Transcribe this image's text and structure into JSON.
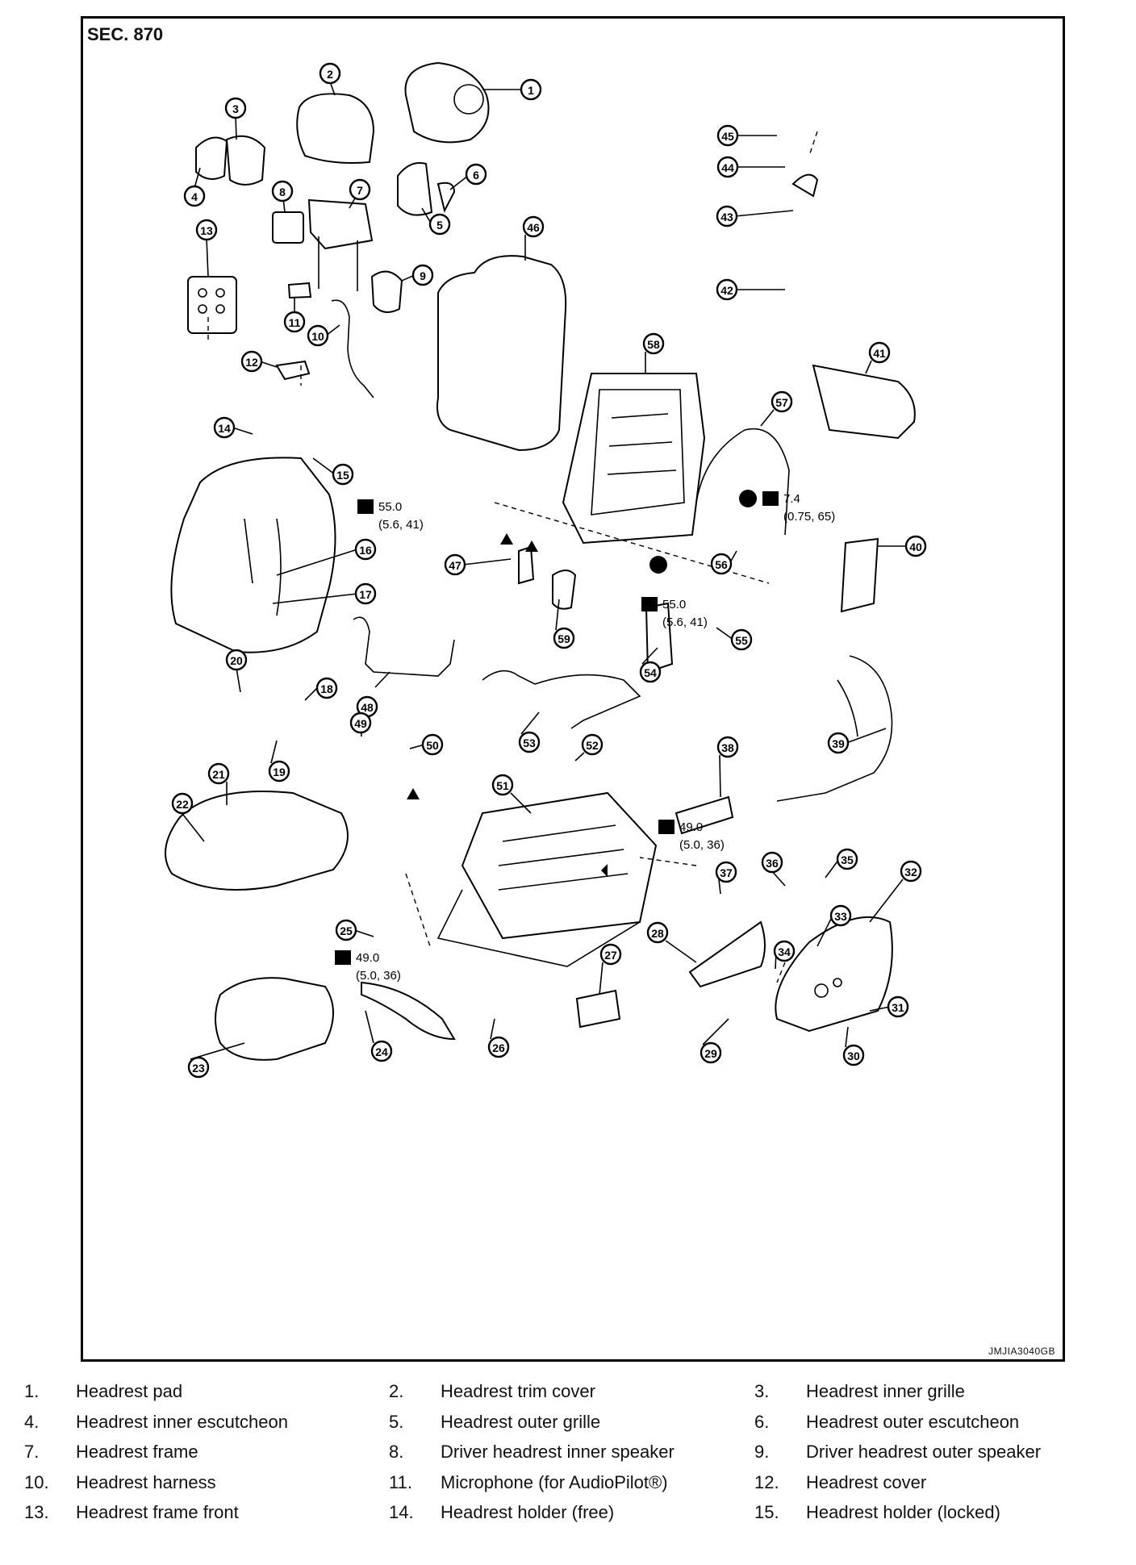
{
  "diagram": {
    "section_title": "SEC. 870",
    "figure_code": "JMJIA3040GB",
    "torque_specs": [
      {
        "value": "55.0",
        "sub": "(5.6, 41)"
      },
      {
        "value": "55.0",
        "sub": "(5.6, 41)"
      },
      {
        "value": "7.4",
        "sub": "(0.75, 65)"
      },
      {
        "value": "49.0",
        "sub": "(5.0, 36)"
      },
      {
        "value": "49.0",
        "sub": "(5.0, 36)"
      }
    ],
    "callouts": [
      "1",
      "2",
      "3",
      "4",
      "5",
      "6",
      "7",
      "8",
      "9",
      "10",
      "11",
      "12",
      "13",
      "14",
      "15",
      "16",
      "17",
      "18",
      "19",
      "20",
      "21",
      "22",
      "23",
      "24",
      "25",
      "26",
      "27",
      "28",
      "29",
      "30",
      "31",
      "32",
      "33",
      "34",
      "35",
      "36",
      "37",
      "38",
      "39",
      "40",
      "41",
      "42",
      "43",
      "44",
      "45",
      "46",
      "47",
      "48",
      "49",
      "50",
      "51",
      "52",
      "53",
      "54",
      "55",
      "56",
      "57",
      "58",
      "59"
    ]
  },
  "legend": [
    [
      {
        "num": "1.",
        "label": "Headrest pad"
      },
      {
        "num": "2.",
        "label": "Headrest trim cover"
      },
      {
        "num": "3.",
        "label": "Headrest inner grille"
      }
    ],
    [
      {
        "num": "4.",
        "label": "Headrest inner escutcheon"
      },
      {
        "num": "5.",
        "label": "Headrest outer grille"
      },
      {
        "num": "6.",
        "label": "Headrest outer escutcheon"
      }
    ],
    [
      {
        "num": "7.",
        "label": "Headrest frame"
      },
      {
        "num": "8.",
        "label": "Driver headrest inner speaker"
      },
      {
        "num": "9.",
        "label": "Driver headrest outer speaker"
      }
    ],
    [
      {
        "num": "10.",
        "label": "Headrest harness"
      },
      {
        "num": "11.",
        "label": "Microphone (for AudioPilot®)"
      },
      {
        "num": "12.",
        "label": "Headrest cover"
      }
    ],
    [
      {
        "num": "13.",
        "label": "Headrest frame front"
      },
      {
        "num": "14.",
        "label": "Headrest holder (free)"
      },
      {
        "num": "15.",
        "label": "Headrest holder (locked)"
      }
    ]
  ]
}
